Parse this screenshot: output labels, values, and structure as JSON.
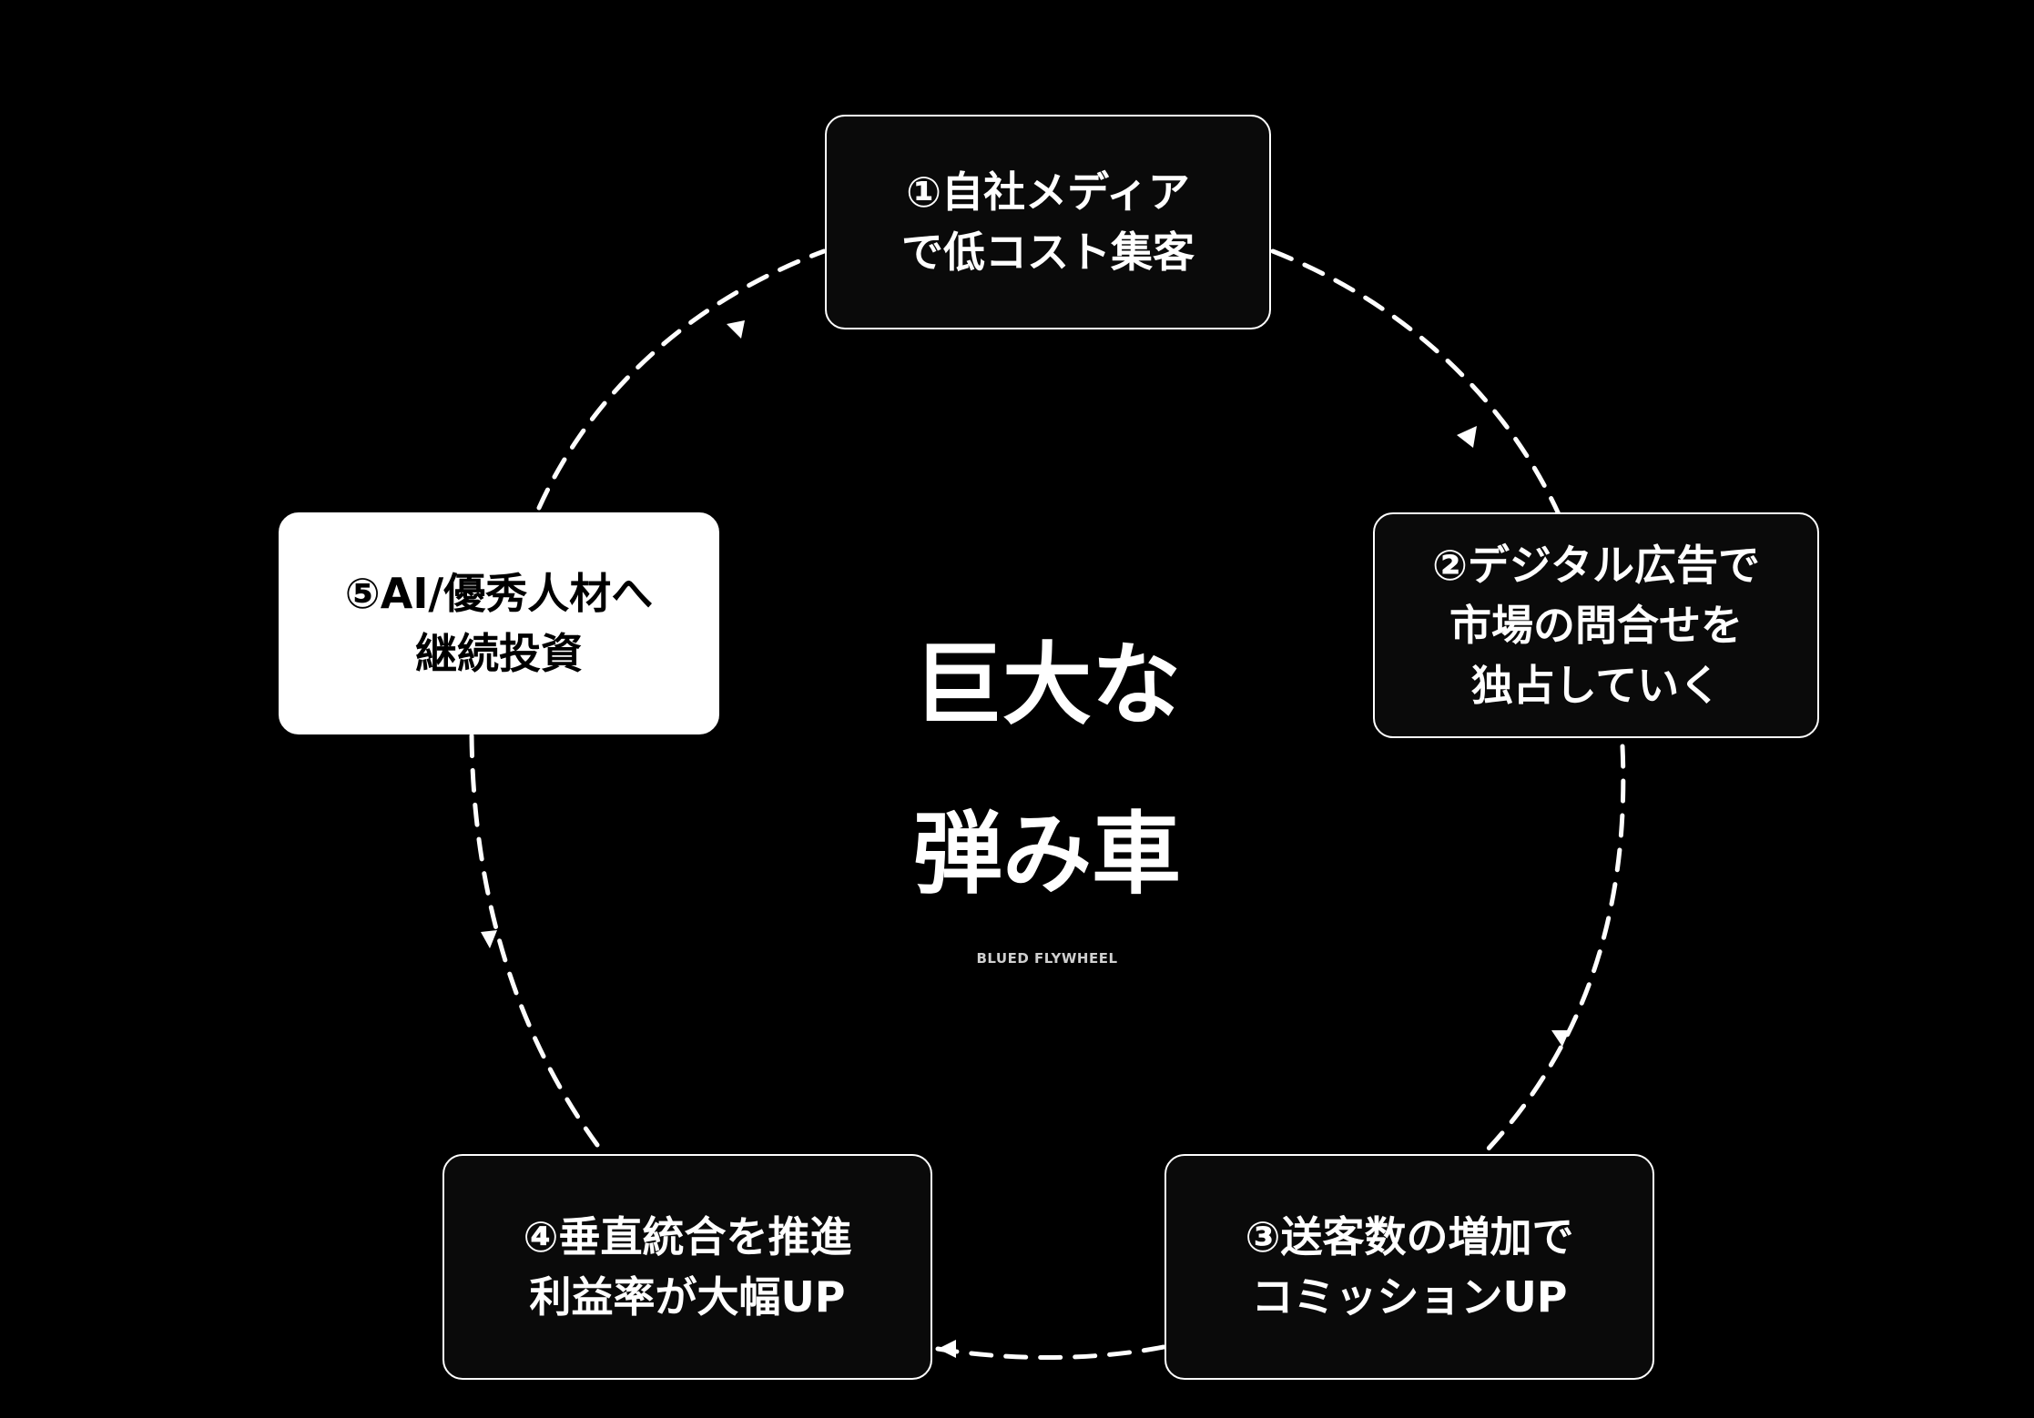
{
  "diagram": {
    "title": "巨大な\n弾み車",
    "subtitle": "BLUED FLYWHEEL",
    "steps": [
      {
        "label": "①自社メディア\nで低コスト集客"
      },
      {
        "label": "②デジタル広告で\n市場の問合せを\n独占していく"
      },
      {
        "label": "③送客数の増加で\nコミッションUP"
      },
      {
        "label": "④垂直統合を推進\n利益率が大幅UP"
      },
      {
        "label": "⑤AI/優秀人材へ\n継続投資"
      }
    ],
    "colors": {
      "background": "#000000",
      "foreground": "#ffffff",
      "highlight_box": "#ffffff"
    }
  }
}
